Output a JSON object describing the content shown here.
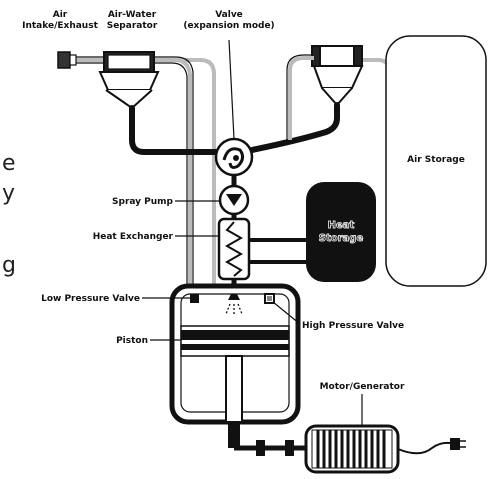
{
  "labels": {
    "air_intake": [
      "Air",
      "Intake/Exhaust"
    ],
    "separator": [
      "Air-Water",
      "Separator"
    ],
    "valve": [
      "Valve",
      "(expansion mode)"
    ],
    "air_storage": "Air Storage",
    "spray_pump": "Spray Pump",
    "heat_exchanger": "Heat Exchanger",
    "heat_storage": [
      "Heat",
      "Storage"
    ],
    "low_pressure_valve": "Low Pressure Valve",
    "high_pressure_valve": "High Pressure Valve",
    "piston": "Piston",
    "motor_generator": "Motor/Generator"
  },
  "cut_text": [
    "e",
    "y",
    "g"
  ],
  "colors": {
    "line": "#111111",
    "pipe_light": "#bbbbbb",
    "fill_dark": "#111111"
  }
}
